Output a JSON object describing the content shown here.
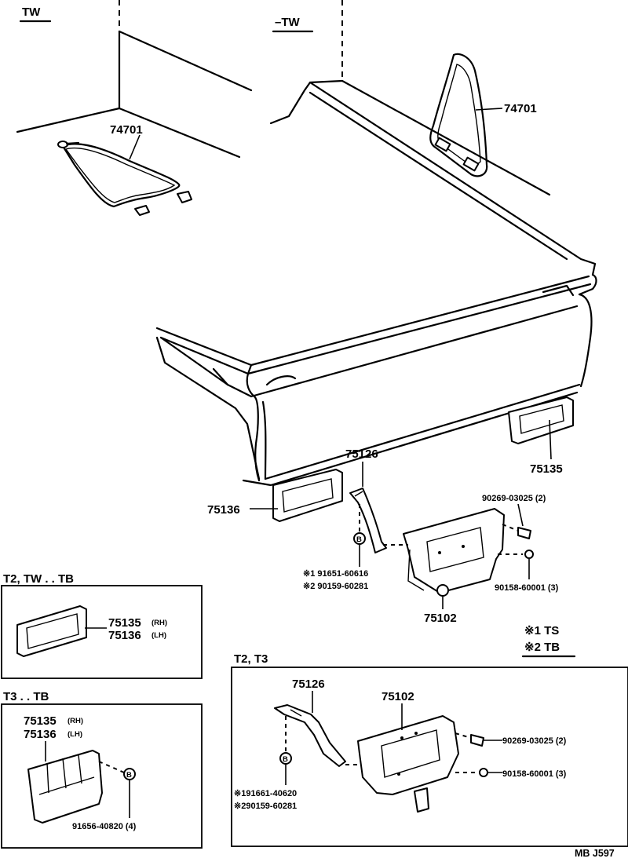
{
  "variants": {
    "tw": "TW",
    "not_tw": "–TW"
  },
  "parts": {
    "p74701_a": "74701",
    "p74701_b": "74701",
    "p75126_main": "75126",
    "p75135_main": "75135",
    "p75136_main": "75136",
    "p75102_main": "75102",
    "bolt_90269_main": "90269-03025 (2)",
    "nut_90158_main": "90158-60001 (3)",
    "note1_main": "※1 91651-60616",
    "note2_main": "※2 90159-60281"
  },
  "legend": {
    "note1": "※1 TS",
    "note2": "※2 TB"
  },
  "circle_mark": "B",
  "box_t2tw": {
    "header": "T2, TW . . TB",
    "part_rh": "75135",
    "part_lh": "75136",
    "rh": "(RH)",
    "lh": "(LH)"
  },
  "box_t3": {
    "header": "T3 . . TB",
    "part_rh": "75135",
    "part_lh": "75136",
    "rh": "(RH)",
    "lh": "(LH)",
    "bolt": "91656-40820 (4)"
  },
  "box_t2t3": {
    "header": "T2, T3",
    "p75126": "75126",
    "p75102": "75102",
    "bolt": "90269-03025 (2)",
    "nut": "90158-60001 (3)",
    "note1": "※191661-40620",
    "note2": "※290159-60281"
  },
  "footer_code": "MB  J597"
}
